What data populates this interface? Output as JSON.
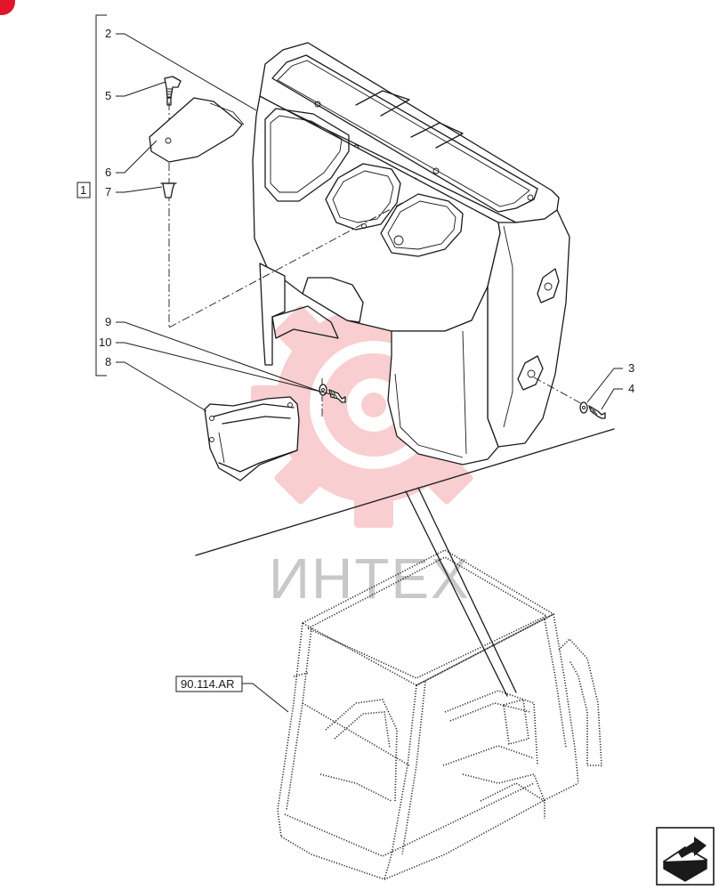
{
  "callouts": {
    "c1": "1",
    "c2": "2",
    "c3": "3",
    "c4": "4",
    "c5": "5",
    "c6": "6",
    "c7": "7",
    "c8": "8",
    "c9": "9",
    "c10": "10"
  },
  "reference_label": "90.114.AR",
  "watermark_text": "ИНТЕХ",
  "colors": {
    "watermark_gear": "#f4a7ab",
    "corner_badge": "#e0142a",
    "line": "#1a1a1a"
  },
  "icons": {
    "corner_badge": "red-corner-badge-icon",
    "navigation": "next-page-arrow-icon"
  }
}
